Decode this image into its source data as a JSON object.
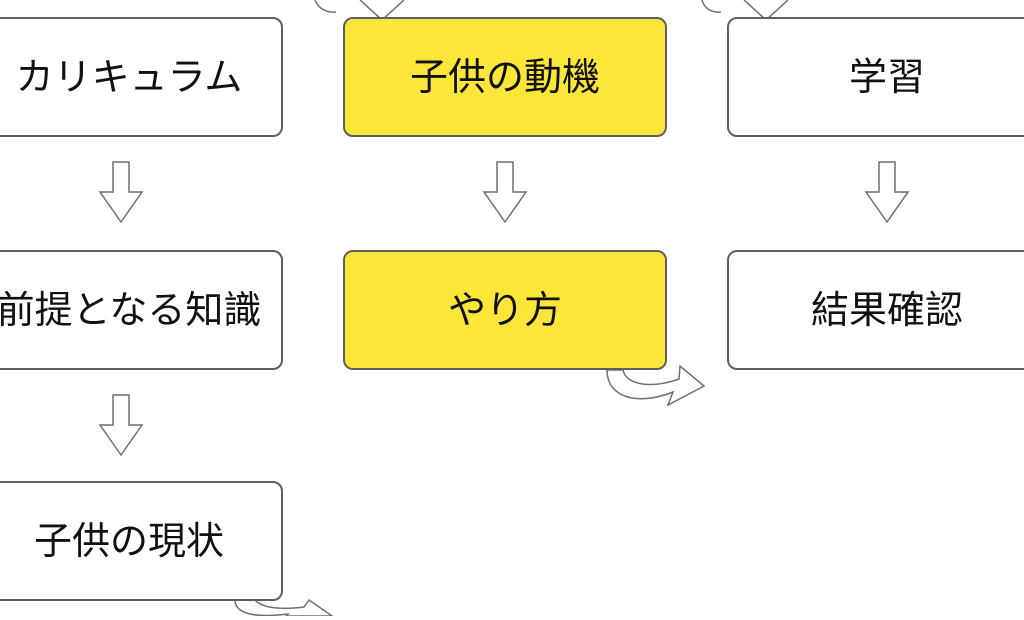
{
  "colors": {
    "box_border": "#5f5f5f",
    "box_fill": "#ffffff",
    "highlight_fill": "#fde63a",
    "arrow_stroke": "#6f6f6f",
    "text": "#111111"
  },
  "nodes": {
    "curriculum": {
      "label": "カリキュラム",
      "highlight": false
    },
    "prerequisite_knowledge": {
      "label": "前提となる知識",
      "highlight": false
    },
    "child_current_state": {
      "label": "子供の現状",
      "highlight": false
    },
    "child_motivation": {
      "label": "子供の動機",
      "highlight": true
    },
    "method": {
      "label": "やり方",
      "highlight": true
    },
    "learning": {
      "label": "学習",
      "highlight": false
    },
    "result_check": {
      "label": "結果確認",
      "highlight": false
    }
  },
  "connectors": {
    "down_arrows": [
      "curriculum-to-prerequisite",
      "prerequisite-to-current-state",
      "motivation-to-method",
      "learning-to-result-check"
    ],
    "curved_arrows": [
      "current-state-to-next-column",
      "method-to-next-column",
      "top-left-partial",
      "top-right-partial"
    ]
  }
}
